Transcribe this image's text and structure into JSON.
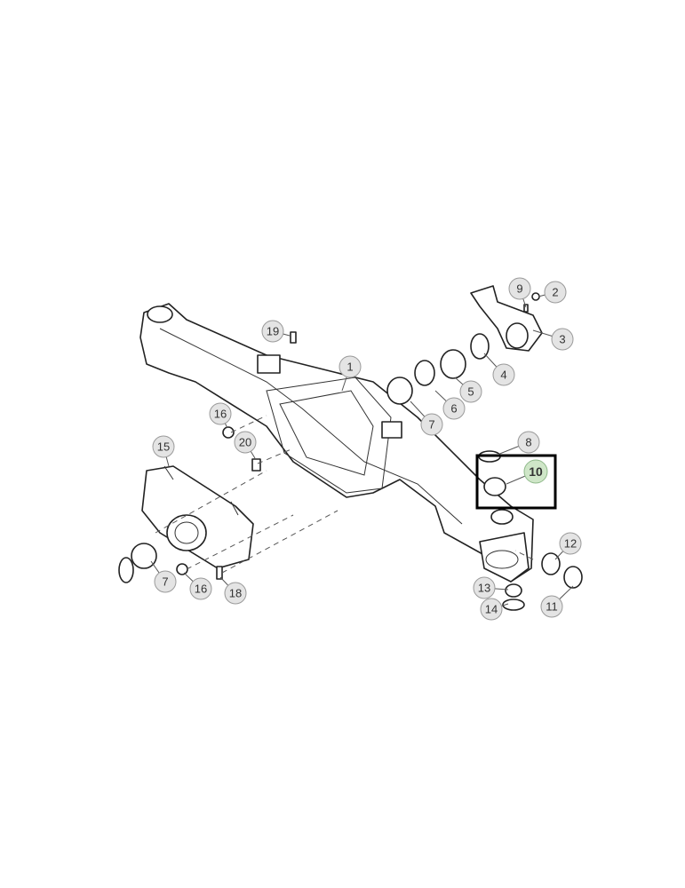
{
  "diagram": {
    "callouts": [
      "1",
      "2",
      "3",
      "4",
      "5",
      "6",
      "7",
      "8",
      "9",
      "10",
      "11",
      "12",
      "13",
      "14",
      "15",
      "16",
      "16",
      "18",
      "19",
      "20",
      "7"
    ],
    "highlighted_callout": "10",
    "colors": {
      "callout_fill": "#e4e4e4",
      "highlight_fill": "#cfe6c8",
      "highlight_stroke": "#8fb98a",
      "selection_box": "#000000"
    }
  }
}
